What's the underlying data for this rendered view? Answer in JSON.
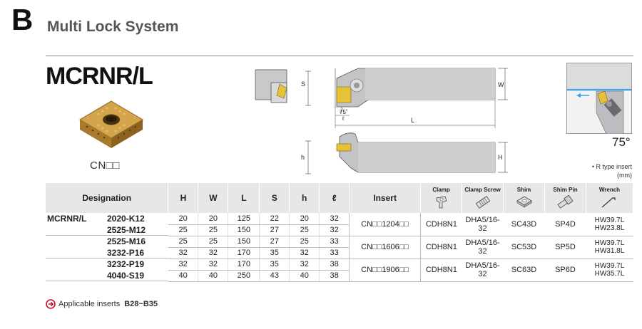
{
  "section": {
    "letter": "B",
    "title": "Multi Lock System"
  },
  "model": "MCRNR/L",
  "insert_code": "CN□□",
  "drawing": {
    "labels": {
      "S": "S",
      "W": "W",
      "L": "L",
      "h": "h",
      "H": "H",
      "l": "ℓ",
      "angle": "75˚"
    }
  },
  "detail_angle": "75°",
  "note": {
    "line1": "• R type insert",
    "line2": "(mm)"
  },
  "table": {
    "headers": {
      "designation": "Designation",
      "H": "H",
      "W": "W",
      "L": "L",
      "S": "S",
      "h": "h",
      "l": "ℓ",
      "insert": "Insert",
      "clamp": "Clamp",
      "clamp_screw": "Clamp Screw",
      "shim": "Shim",
      "shim_pin": "Shim Pin",
      "wrench": "Wrench"
    },
    "designation": "MCRNR/L",
    "rows": [
      {
        "code": "2020-K12",
        "H": "20",
        "W": "20",
        "L": "125",
        "S": "22",
        "h": "20",
        "l": "32"
      },
      {
        "code": "2525-M12",
        "H": "25",
        "W": "25",
        "L": "150",
        "S": "27",
        "h": "25",
        "l": "32"
      },
      {
        "code": "2525-M16",
        "H": "25",
        "W": "25",
        "L": "150",
        "S": "27",
        "h": "25",
        "l": "33"
      },
      {
        "code": "3232-P16",
        "H": "32",
        "W": "32",
        "L": "170",
        "S": "35",
        "h": "32",
        "l": "33"
      },
      {
        "code": "3232-P19",
        "H": "32",
        "W": "32",
        "L": "170",
        "S": "35",
        "h": "32",
        "l": "38"
      },
      {
        "code": "4040-S19",
        "H": "40",
        "W": "40",
        "L": "250",
        "S": "43",
        "h": "40",
        "l": "38"
      }
    ],
    "groups": [
      {
        "insert": "CN□□1204□□",
        "clamp": "CDH8N1",
        "clamp_screw": "DHA5/16-32",
        "shim": "SC43D",
        "shim_pin": "SP4D",
        "wrench1": "HW39.7L",
        "wrench2": "HW23.8L"
      },
      {
        "insert": "CN□□1606□□",
        "clamp": "CDH8N1",
        "clamp_screw": "DHA5/16-32",
        "shim": "SC53D",
        "shim_pin": "SP5D",
        "wrench1": "HW39.7L",
        "wrench2": "HW31.8L"
      },
      {
        "insert": "CN□□1906□□",
        "clamp": "CDH8N1",
        "clamp_screw": "DHA5/16-32",
        "shim": "SC63D",
        "shim_pin": "SP6D",
        "wrench1": "HW39.7L",
        "wrench2": "HW35.7L"
      }
    ]
  },
  "footer": {
    "label": "Applicable inserts",
    "range": "B28~B35"
  }
}
